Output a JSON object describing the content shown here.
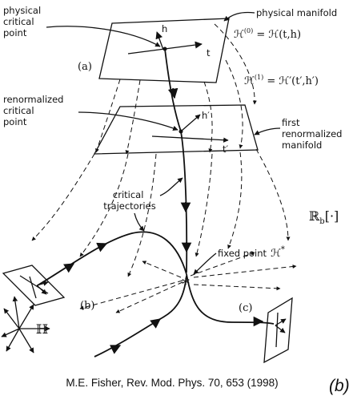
{
  "labels": {
    "physical_critical_point": [
      "physical",
      "critical",
      "point"
    ],
    "physical_manifold": "physical manifold",
    "h": "h",
    "t": "t",
    "a": "(a)",
    "renormalized_critical_point": [
      "renormalized",
      "critical",
      "point"
    ],
    "h_prime": "h′",
    "t_prime": "t′",
    "first_renormalized_manifold": [
      "first",
      "renormalized",
      "manifold"
    ],
    "critical_trajectories": [
      "critical",
      "trajectories"
    ],
    "fixed_point": "fixed point",
    "b": "(b)",
    "c": "(c)",
    "H": "ℍ"
  },
  "equations": {
    "h0_lhs": "ℋ",
    "h0_sup": "(0)",
    "h0_rhs": " = ℋ(t,h)",
    "h1_lhs": "ℋ",
    "h1_sup": "(1)",
    "h1_rhs": " = ℋ′(t′,h′)",
    "fixed_symbol": "ℋ",
    "fixed_sup": "*",
    "rg_operator_base": "ℝ",
    "rg_operator_sub": "b",
    "rg_operator_arg": "[·]"
  },
  "caption": "M.E. Fisher, Rev. Mod. Phys. 70, 653 (1998)",
  "panel_label": "(b)"
}
